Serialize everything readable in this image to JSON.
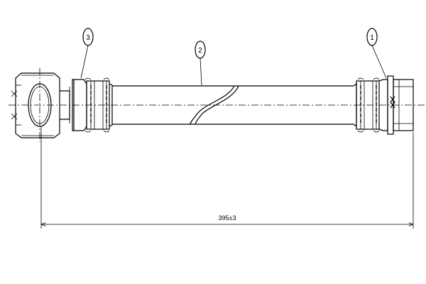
{
  "callouts": {
    "label_1": "1",
    "label_2": "2",
    "label_3": "3"
  },
  "dimension": {
    "length_label": "395±3"
  },
  "colors": {
    "line": "#000000",
    "background": "#ffffff"
  }
}
